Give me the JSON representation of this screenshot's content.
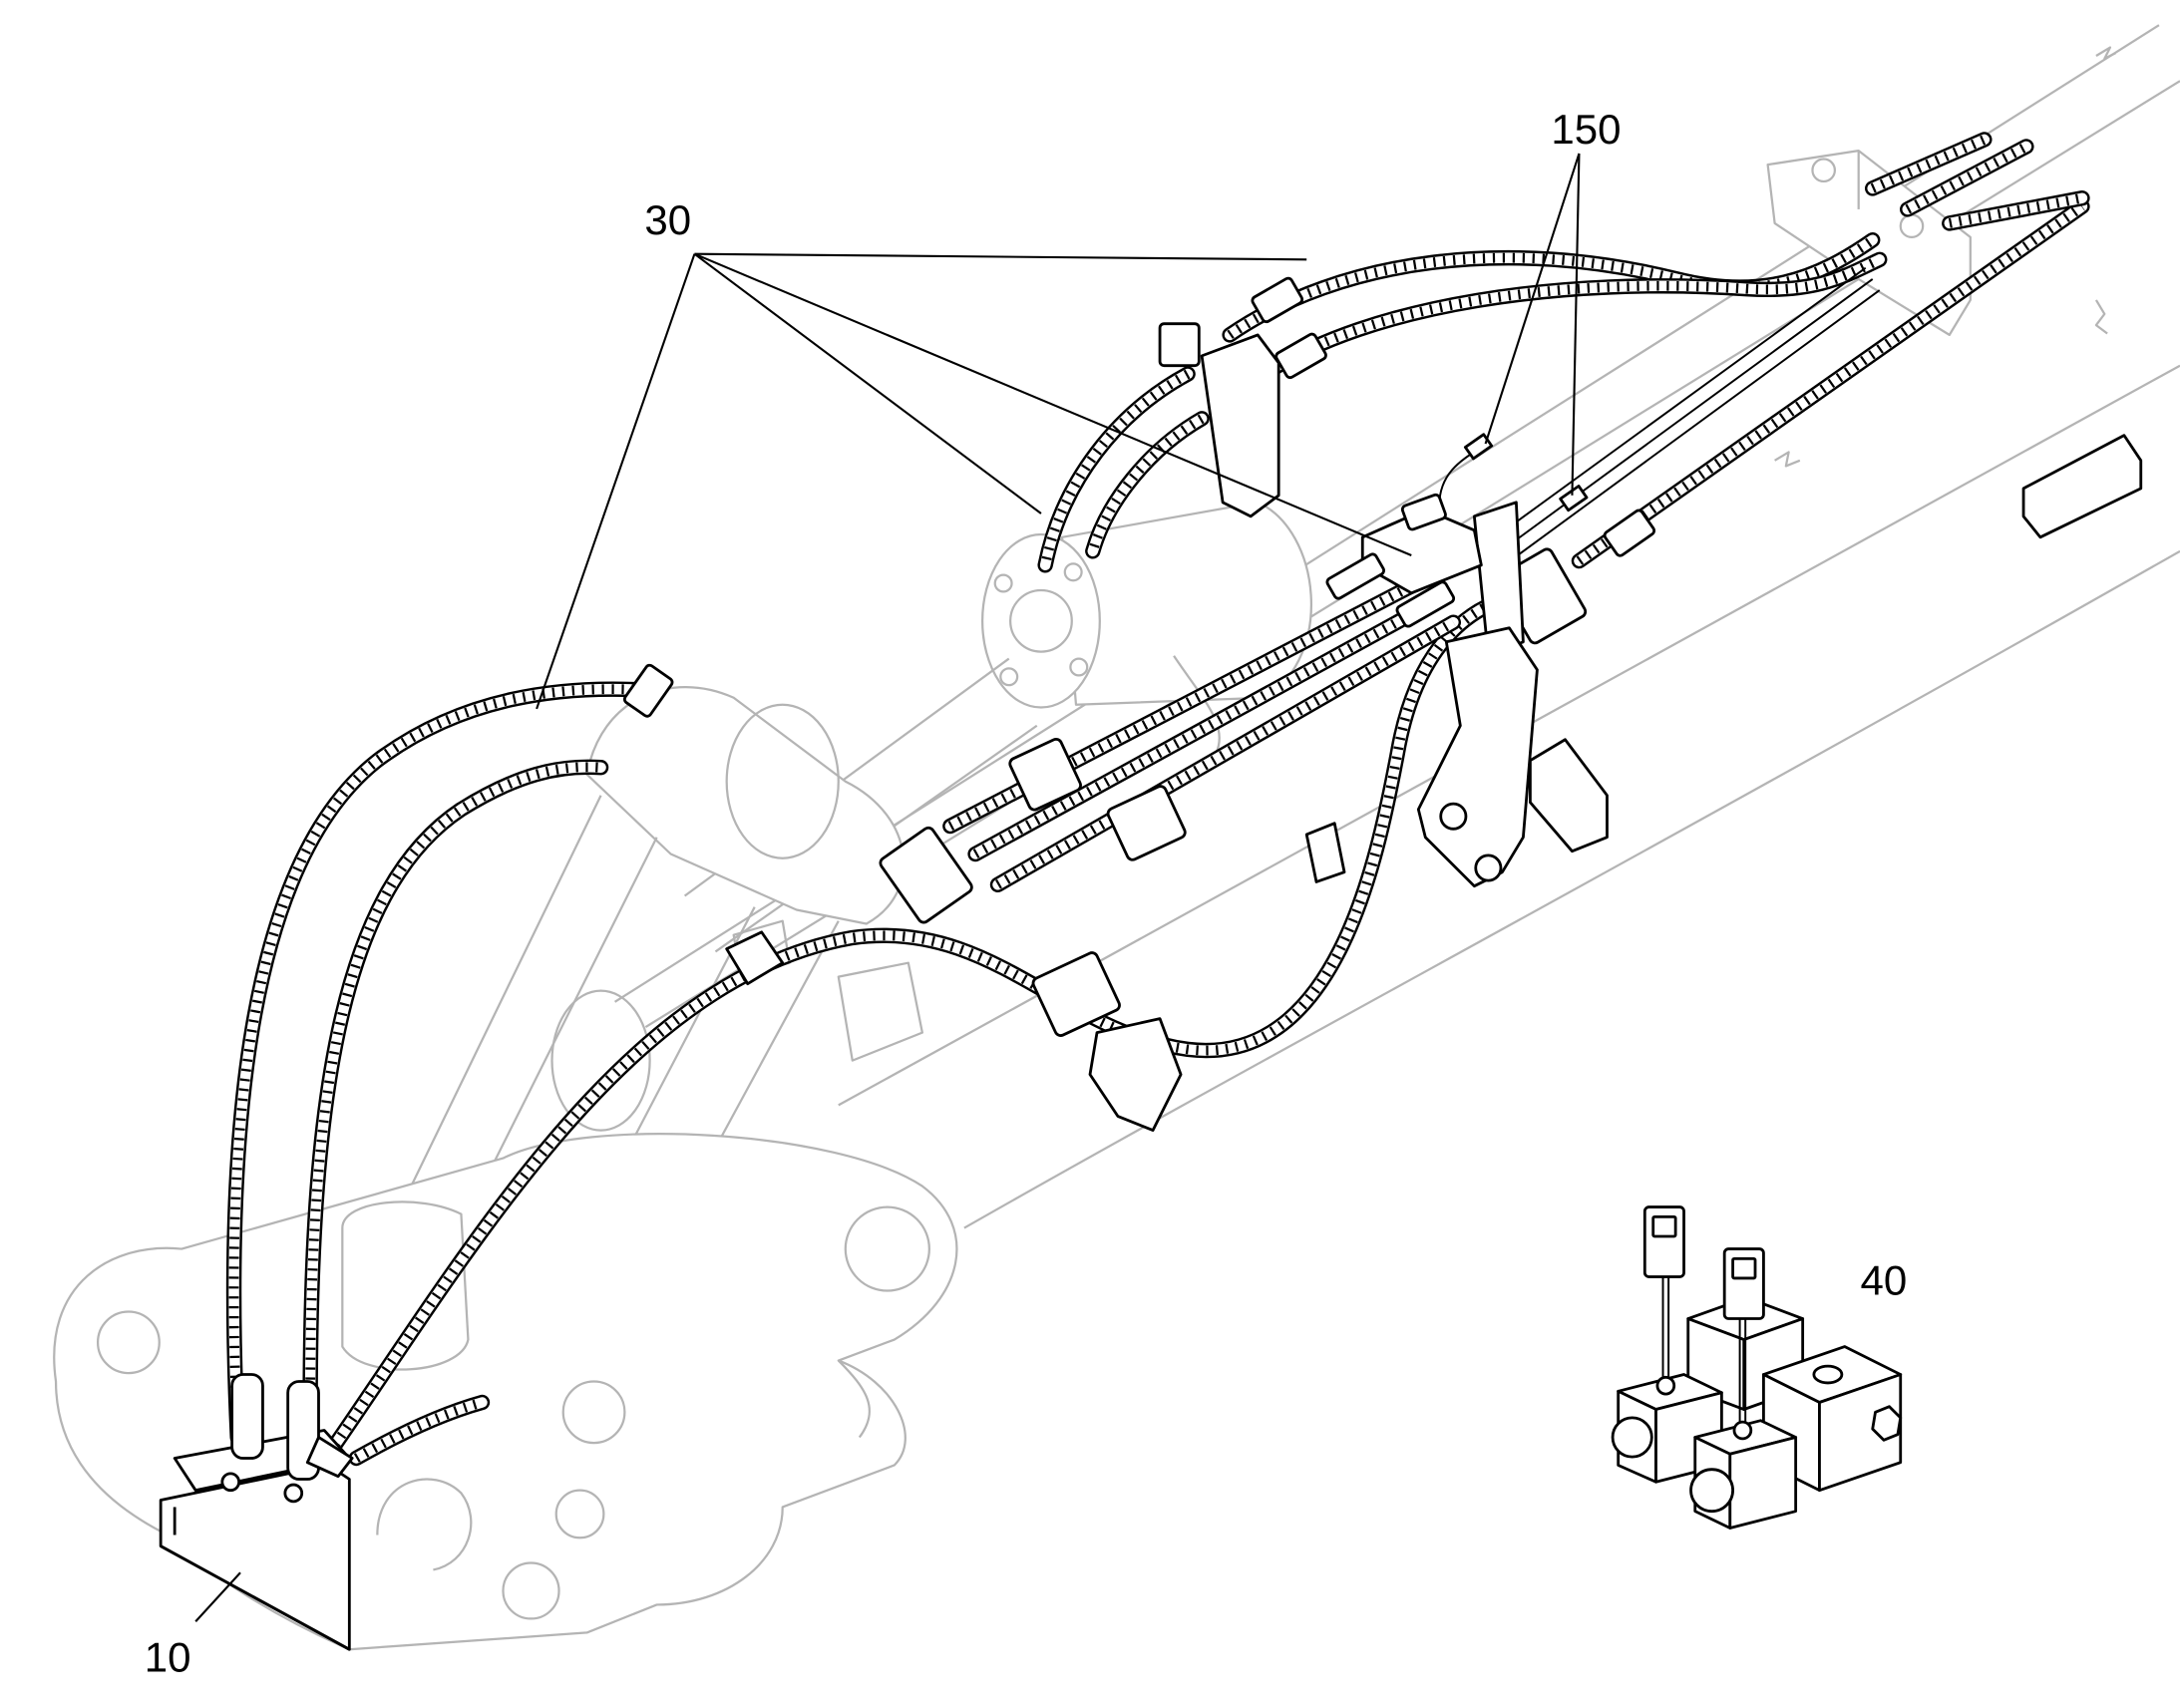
{
  "callouts": [
    "150",
    "30",
    "40",
    "10"
  ]
}
